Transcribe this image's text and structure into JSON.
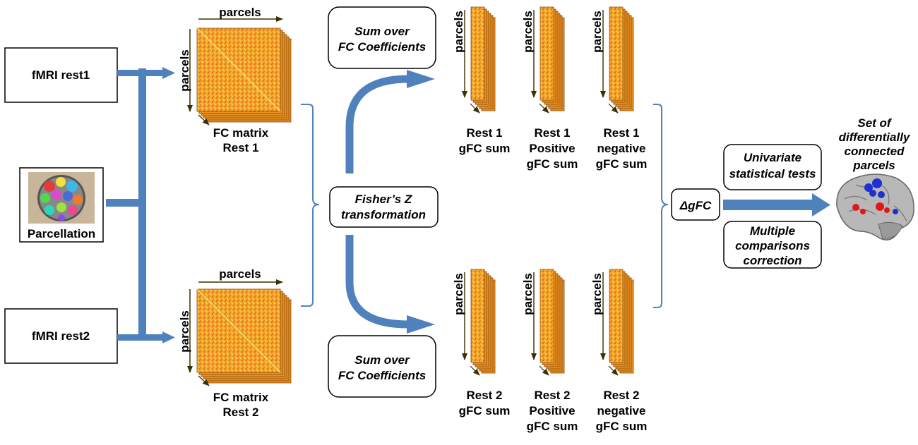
{
  "inputs": {
    "rest1": "fMRI rest1",
    "rest2": "fMRI rest2",
    "parcellation": "Parcellation"
  },
  "fc_matrices": {
    "axis_label": "parcels",
    "rest1": [
      "FC matrix",
      "Rest 1"
    ],
    "rest2": [
      "FC matrix",
      "Rest 2"
    ]
  },
  "fisher_z": [
    "Fisher’s Z",
    "transformation"
  ],
  "sum_over": [
    "Sum over",
    "FC Coefficients"
  ],
  "vectors": {
    "axis_label": "parcels",
    "rest1": [
      [
        "Rest 1",
        "gFC sum"
      ],
      [
        "Rest 1",
        "Positive",
        "gFC sum"
      ],
      [
        "Rest 1",
        "negative",
        "gFC sum"
      ]
    ],
    "rest2": [
      [
        "Rest 2",
        "gFC sum"
      ],
      [
        "Rest 2",
        "Positive",
        "gFC sum"
      ],
      [
        "Rest 2",
        "negative",
        "gFC sum"
      ]
    ]
  },
  "delta_gfc": "ΔgFC",
  "univariate": [
    "Univariate",
    "statistical tests"
  ],
  "multiple": [
    "Multiple",
    "comparisons",
    "correction"
  ],
  "result": [
    "Set of",
    "differentially",
    "connected",
    "parcels"
  ],
  "colors": {
    "arrow": "#4f81bd",
    "matrix": "#f0a020",
    "matrix_dark": "#e06a10",
    "axis": "#3a3000"
  }
}
